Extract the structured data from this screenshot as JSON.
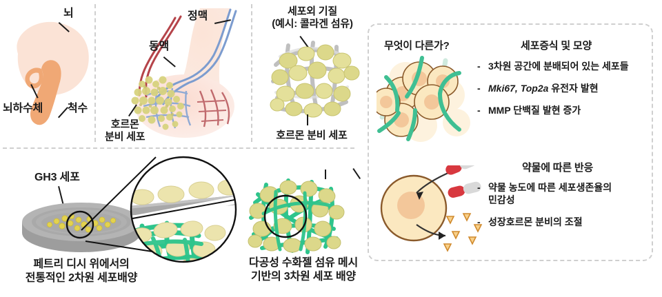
{
  "figure": {
    "title": "Pituitary cell 3D culture schematic",
    "background": "#ffffff",
    "palette": {
      "brain_fill": "#fbe3d6",
      "pituitary_orange": "#f0a875",
      "cell_yellow": "#dcd88a",
      "cell_yellow_light": "#e8e3a4",
      "hydrogel_green": "#2ec48c",
      "ecm_gray": "#b9b9b9",
      "dish_gray": "#a8a8a8",
      "artery_red": "#b5444a",
      "vein_blue": "#7c9ccf",
      "cream_cell": "#fbe8c0",
      "cell_outline": "#8a5a2b",
      "nucleus": "#f3c79a",
      "mint_fiber": "#3fbf93",
      "drug_red": "#d8383f",
      "drug_gray": "#d9d9d9",
      "hormone_tri": "#f0b352",
      "dash_border": "#cfcfcf",
      "text": "#1a1a1a"
    }
  },
  "anatomy_panel": {
    "labels": {
      "brain": "뇌",
      "pituitary": "뇌하수체",
      "spinal_cord": "척수"
    }
  },
  "vasculature_panel": {
    "labels": {
      "vein": "정맥",
      "artery": "동맥",
      "hormone_secreting_cells": "호르몬\n분비 세포"
    }
  },
  "ecm_panel": {
    "labels": {
      "ecm_title": "세포외 기질\n(예시: 콜라겐 섬유)",
      "hormone_secreting_cells": "호르몬 분비 세포"
    }
  },
  "culture_panel": {
    "labels": {
      "gh3_cells": "GH3 세포",
      "caption_2d": "페트리 디시 위에서의\n전통적인 2차원 세포배양",
      "caption_3d": "다공성 수화젤 섬유 메시\n기반의 3차원 세포 배양"
    }
  },
  "comparison_panel": {
    "question": "무엇이 다른가?",
    "sections": [
      {
        "heading": "세포증식 및 모양",
        "bullets": [
          {
            "dash": "-",
            "text": "3차원 공간에 분배되어 있는 세포들",
            "italic_prefix": ""
          },
          {
            "dash": "-",
            "text": " 유전자 발현",
            "italic_prefix": "Mki67, Top2a"
          },
          {
            "dash": "-",
            "text": "MMP 단백질 발현 증가",
            "italic_prefix": ""
          }
        ]
      },
      {
        "heading": "약물에 따른 반응",
        "bullets": [
          {
            "dash": "-",
            "text": "약물 농도에 따른 세포생존율의\n민감성",
            "italic_prefix": ""
          },
          {
            "dash": "-",
            "text": "성장호르몬 분비의 조절",
            "italic_prefix": ""
          }
        ]
      }
    ]
  }
}
